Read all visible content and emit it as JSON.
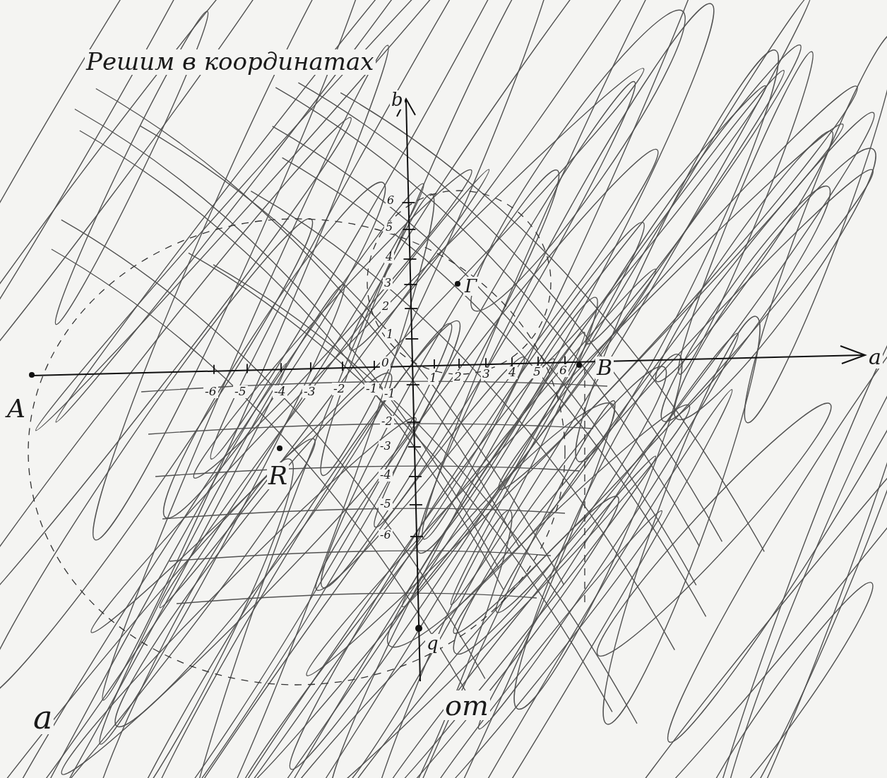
{
  "diagram": {
    "labels": [
      "Решим в координатах",
      "b",
      "a",
      "A",
      "B",
      "Г",
      "R",
      "q",
      "-6",
      "-5",
      "-4",
      "-3",
      "-2",
      "-1",
      "0",
      "1",
      "2",
      "3",
      "4",
      "5",
      "6",
      "6",
      "5",
      "4",
      "3",
      "2",
      "1",
      "-1",
      "-2",
      "-3",
      "-4",
      "-5",
      "-6",
      "а",
      "от"
    ]
  }
}
